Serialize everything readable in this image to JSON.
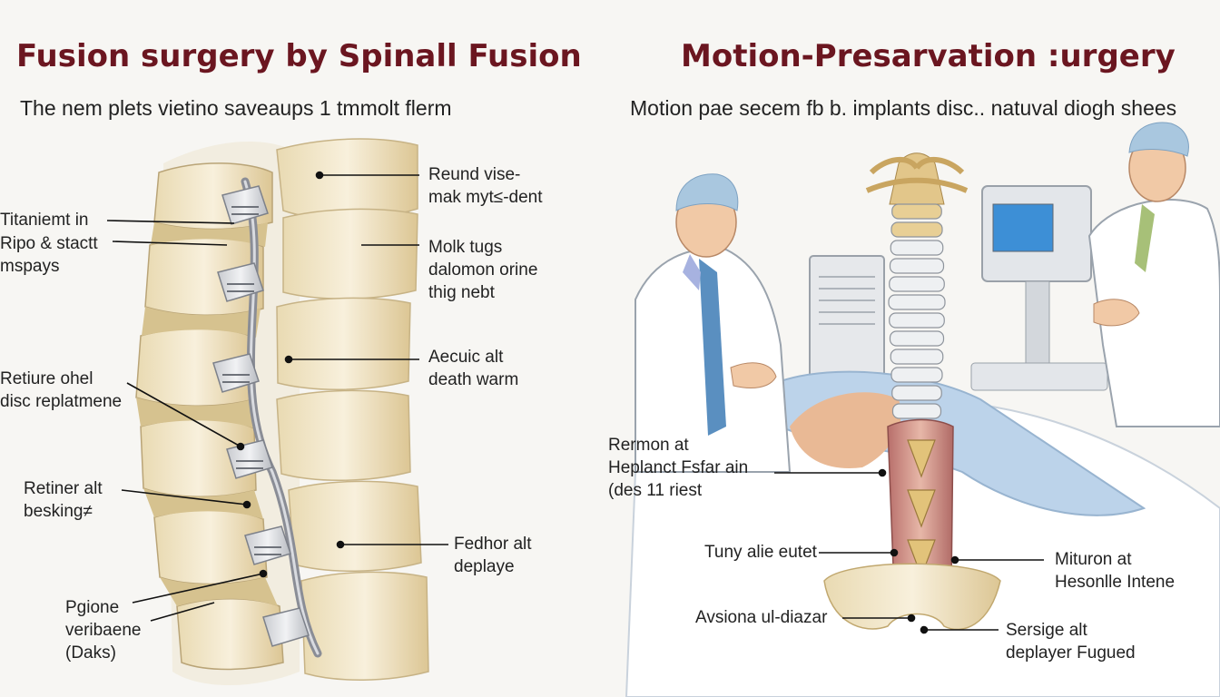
{
  "left": {
    "title": "Fusion surgery by Spinall Fusion",
    "subtitle": "The nem plets vietino saveaups 1 tmmolt flerm",
    "labels": [
      {
        "line1": "Titaniemt in",
        "line2": ""
      },
      {
        "line1": "Ripo & stactt",
        "line2": "mspays"
      },
      {
        "line1": "Retiure ohel",
        "line2": "disc replatmene"
      },
      {
        "line1": "Retiner alt",
        "line2": "besking≠"
      },
      {
        "line1": "Pgione",
        "line2": "veribaene",
        "line3": "(Daks)"
      },
      {
        "line1": "Reund vise-",
        "line2": "mak myt≤-dent"
      },
      {
        "line1": "Molk tugs",
        "line2": "dalomon orine",
        "line3": "thig nebt"
      },
      {
        "line1": "Aecuic alt",
        "line2": "death warm"
      },
      {
        "line1": "Fedhor alt",
        "line2": "deplaye"
      }
    ]
  },
  "right": {
    "title": "Motion-Presarvation :urgery",
    "subtitle": "Motion pae secem fb b. implants disc.. natuval diogh shees",
    "labels": [
      {
        "line1": "Rermon at",
        "line2": "Heplanct Fsfar ain",
        "line3": "(des 11 riest"
      },
      {
        "line1": "Tuny alie eutet",
        "line2": ""
      },
      {
        "line1": "Avsiona ul-diazar",
        "line2": ""
      },
      {
        "line1": "Mituron at",
        "line2": "Hesonlle Intene"
      },
      {
        "line1": "Sersige alt",
        "line2": "deplayer Fugued"
      }
    ]
  },
  "colors": {
    "title": "#6b1620",
    "bone": "#efe3c4",
    "bone_shadow": "#d8c49a",
    "disc": "#dcdde0",
    "gown": "#ffffff",
    "cap": "#a9c7df",
    "tie": "#5a8fc0",
    "screen": "#3d8fd6",
    "sheet": "#bcd3ea",
    "tissue": "#c98b86"
  }
}
